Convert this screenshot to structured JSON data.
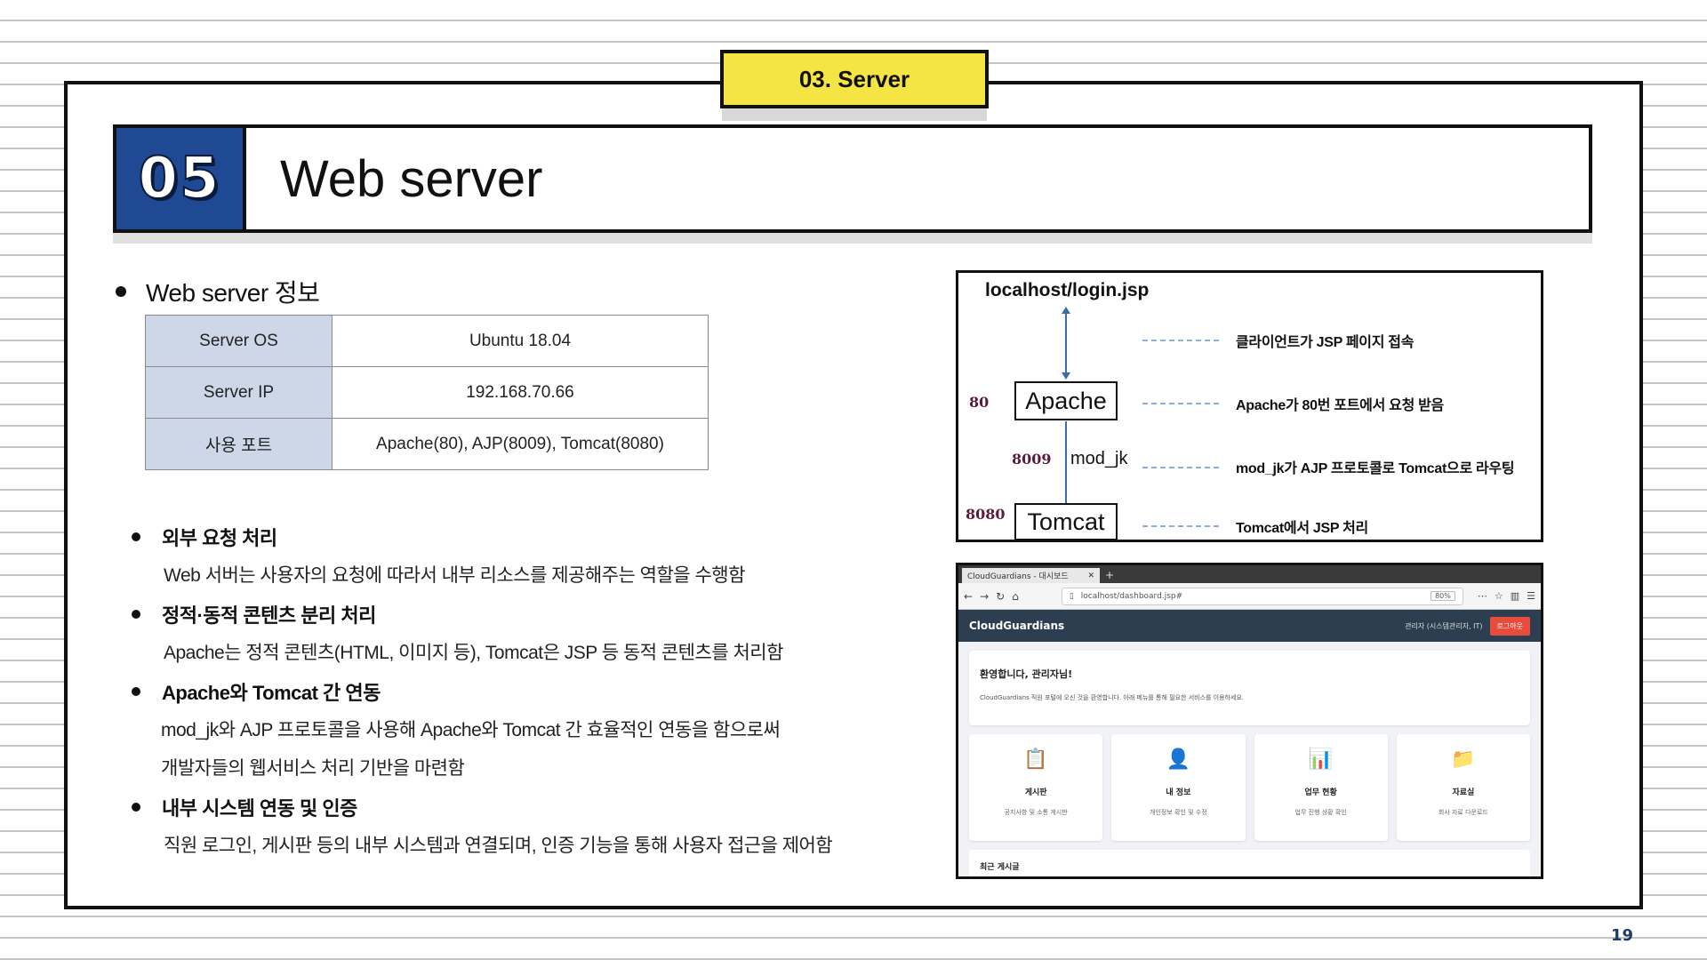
{
  "section_tab": "03. Server",
  "title": {
    "number": "05",
    "text": "Web server"
  },
  "info_section": {
    "heading": "Web server 정보",
    "rows": [
      {
        "key": "Server OS",
        "value": "Ubuntu 18.04"
      },
      {
        "key": "Server IP",
        "value": "192.168.70.66"
      },
      {
        "key": "사용 포트",
        "value": "Apache(80), AJP(8009), Tomcat(8080)"
      }
    ]
  },
  "points": [
    {
      "heading": "외부 요청 처리",
      "lines": [
        "Web 서버는 사용자의 요청에 따라서 내부 리소스를 제공해주는 역할을 수행함"
      ]
    },
    {
      "heading": "정적·동적 콘텐츠 분리 처리",
      "lines": [
        "Apache는 정적 콘텐츠(HTML, 이미지 등), Tomcat은 JSP 등 동적 콘텐츠를 처리함"
      ]
    },
    {
      "heading": "Apache와 Tomcat 간 연동",
      "lines": [
        "mod_jk와 AJP 프로토콜을 사용해 Apache와 Tomcat 간 효율적인 연동을 함으로써",
        "개발자들의 웹서비스 처리 기반을 마련함"
      ]
    },
    {
      "heading": "내부 시스템 연동 및 인증",
      "lines": [
        "직원 로그인, 게시판 등의 내부 시스템과 연결되며, 인증 기능을 통해 사용자 접근을 제어함"
      ]
    }
  ],
  "diagram": {
    "url": "localhost/login.jsp",
    "apache_label": "Apache",
    "modjk_label": "mod_jk",
    "tomcat_label": "Tomcat",
    "port_apache": "80",
    "port_ajp": "8009",
    "port_tomcat": "8080",
    "descriptions": [
      "클라이언트가 JSP 페이지 접속",
      "Apache가 80번 포트에서 요청 받음",
      "mod_jk가 AJP 프로토콜로 Tomcat으로 라우팅",
      "Tomcat에서 JSP 처리"
    ],
    "line_color": "#3b6ea8"
  },
  "browser": {
    "tab_title": "CloudGuardians - 대시보드",
    "url": "localhost/dashboard.jsp#",
    "zoom": "80%",
    "brand": "CloudGuardians",
    "user": "관리자 (시스템관리자, IT)",
    "logout": "로그아웃",
    "welcome_title": "환영합니다, 관리자님!",
    "welcome_text": "CloudGuardians 직원 포털에 오신 것을 환영합니다. 아래 메뉴를 통해 필요한 서비스를 이용하세요.",
    "cards": [
      {
        "icon": "clipboard-icon",
        "title": "게시판",
        "sub": "공지사항 및 소통 게시판"
      },
      {
        "icon": "user-icon",
        "title": "내 정보",
        "sub": "개인정보 확인 및 수정"
      },
      {
        "icon": "chart-icon",
        "title": "업무 현황",
        "sub": "업무 진행 상황 확인"
      },
      {
        "icon": "folder-icon",
        "title": "자료실",
        "sub": "회사 자료 다운로드"
      }
    ],
    "recent": "최근 게시글",
    "header_color": "#2d3e50",
    "logout_color": "#e74c3c"
  },
  "page_number": "19",
  "colors": {
    "accent_yellow": "#f4e545",
    "title_blue": "#1f4a93",
    "table_key_bg": "#cdd7e8"
  }
}
